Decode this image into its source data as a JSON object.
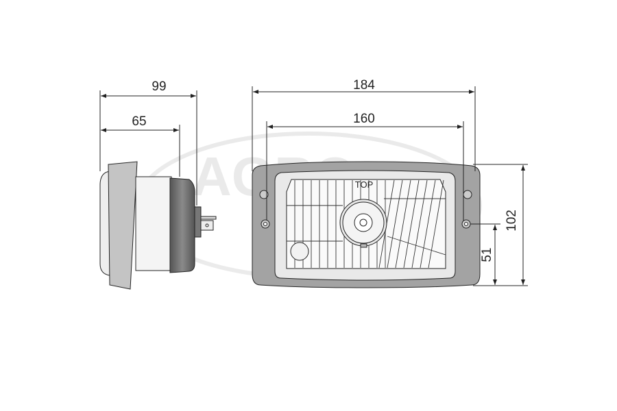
{
  "dimensions": {
    "side_depth_total": "99",
    "side_depth_body": "65",
    "front_width_total": "184",
    "front_width_mount": "160",
    "front_height_total": "102",
    "front_mount_height": "51"
  },
  "lens_label": "TOP",
  "watermark": "AGRO",
  "colors": {
    "line": "#222222",
    "housing": "#9a9a9a",
    "dark_ring": "#6e6e6e"
  }
}
